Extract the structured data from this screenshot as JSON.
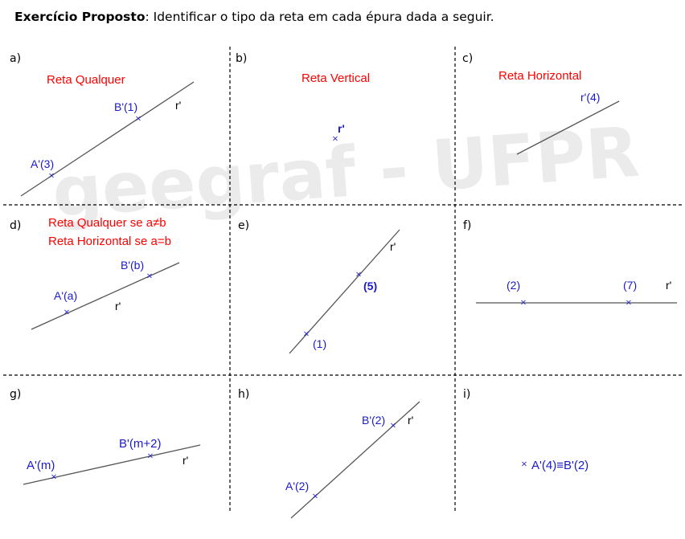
{
  "heading": {
    "bold": "Exercício Proposto",
    "rest": ": Identificar o tipo da reta em cada épura dada a seguir."
  },
  "watermark": "geegraf - UFPR",
  "colors": {
    "answer": "#ff0000",
    "point": "#1a1acc",
    "line": "#555555",
    "grid": "#000000",
    "watermark": "#ebebeb"
  },
  "cells": [
    {
      "id": "a",
      "letter": "a)",
      "answer": [
        "Reta Qualquer"
      ],
      "points": [
        "A'(3)",
        "B'(1)"
      ],
      "line_label": "r'"
    },
    {
      "id": "b",
      "letter": "b)",
      "answer": [
        "Reta Vertical"
      ],
      "points": [],
      "line_label": "r'"
    },
    {
      "id": "c",
      "letter": "c)",
      "answer": [
        "Reta Horizontal"
      ],
      "points": [],
      "line_label": "r'(4)"
    },
    {
      "id": "d",
      "letter": "d)",
      "answer": [
        "Reta Qualquer se a≠b",
        "Reta Horizontal se a=b"
      ],
      "points": [
        "A'(a)",
        "B'(b)"
      ],
      "line_label": "r'"
    },
    {
      "id": "e",
      "letter": "e)",
      "answer": [],
      "points": [
        "(1)",
        "(5)"
      ],
      "line_label": "r'"
    },
    {
      "id": "f",
      "letter": "f)",
      "answer": [],
      "points": [
        "(2)",
        "(7)"
      ],
      "line_label": "r'"
    },
    {
      "id": "g",
      "letter": "g)",
      "answer": [],
      "points": [
        "A'(m)",
        "B'(m+2)"
      ],
      "line_label": "r'"
    },
    {
      "id": "h",
      "letter": "h)",
      "answer": [],
      "points": [
        "A'(2)",
        "B'(2)"
      ],
      "line_label": "r'"
    },
    {
      "id": "i",
      "letter": "i)",
      "answer": [],
      "points": [
        "A'(4)≡B'(2)"
      ],
      "line_label": ""
    }
  ]
}
